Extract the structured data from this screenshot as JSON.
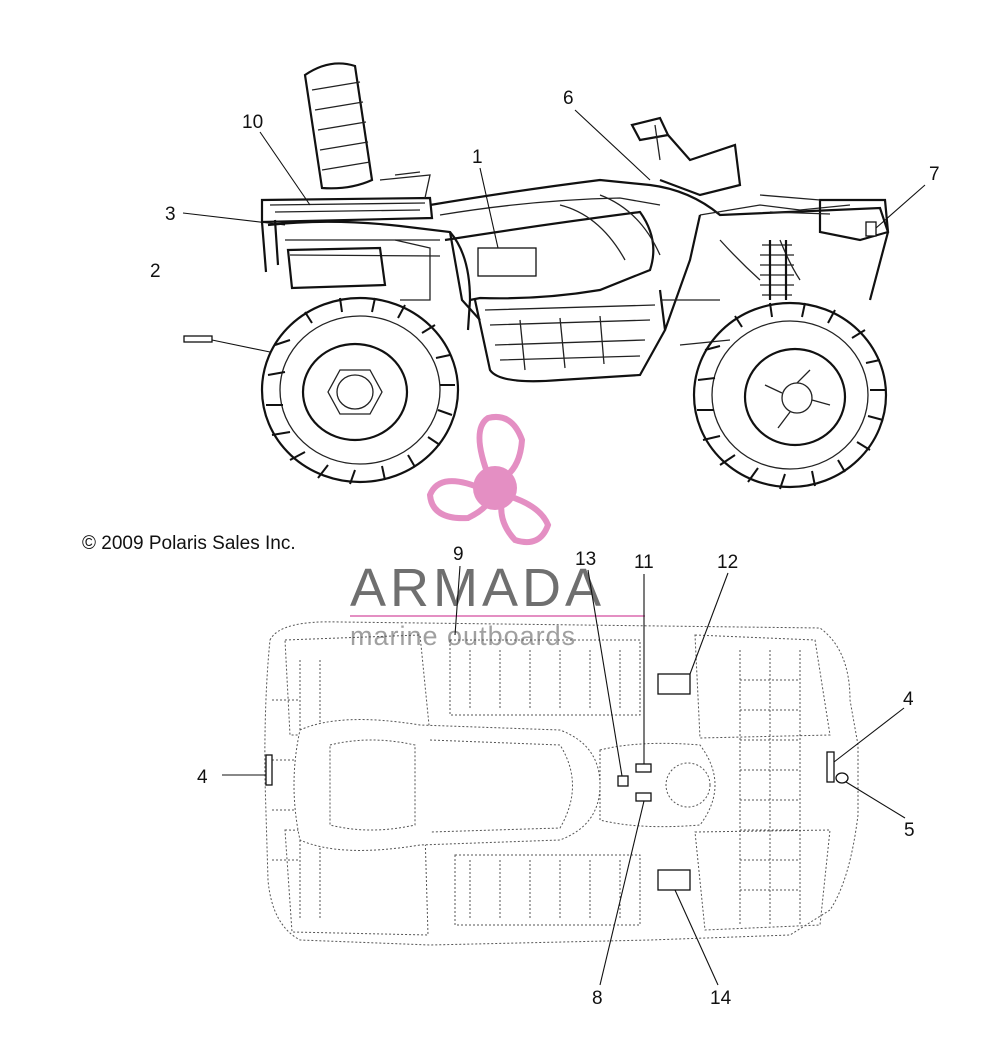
{
  "copyright": "© 2009 Polaris Sales Inc.",
  "watermark": {
    "brand": "ARMADA",
    "tagline": "marine outboards",
    "color": "#e48fc3"
  },
  "callouts": {
    "c1": "1",
    "c2": "2",
    "c3": "3",
    "c4a": "4",
    "c4b": "4",
    "c5": "5",
    "c6": "6",
    "c7": "7",
    "c8": "8",
    "c9": "9",
    "c10": "10",
    "c11": "11",
    "c12": "12",
    "c13": "13",
    "c14": "14"
  }
}
